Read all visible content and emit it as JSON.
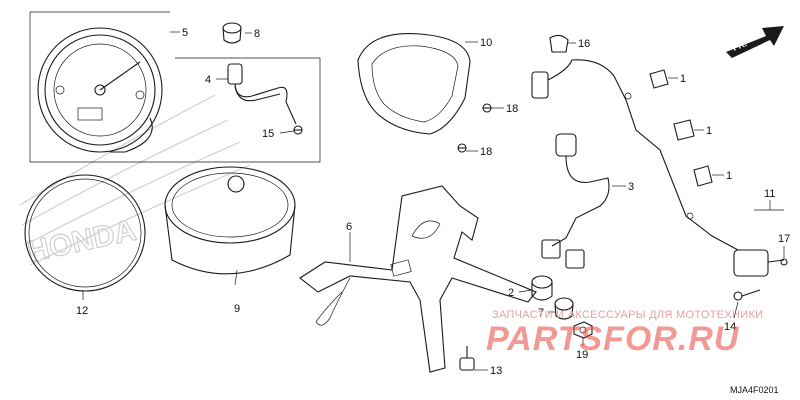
{
  "callouts": [
    {
      "id": "c1a",
      "text": "1"
    },
    {
      "id": "c1b",
      "text": "1"
    },
    {
      "id": "c1c",
      "text": "1"
    },
    {
      "id": "c2",
      "text": "2"
    },
    {
      "id": "c3",
      "text": "3"
    },
    {
      "id": "c4",
      "text": "4"
    },
    {
      "id": "c5",
      "text": "5"
    },
    {
      "id": "c6",
      "text": "6"
    },
    {
      "id": "c7",
      "text": "7"
    },
    {
      "id": "c8",
      "text": "8"
    },
    {
      "id": "c9",
      "text": "9"
    },
    {
      "id": "c10",
      "text": "10"
    },
    {
      "id": "c11",
      "text": "11"
    },
    {
      "id": "c12",
      "text": "12"
    },
    {
      "id": "c13",
      "text": "13"
    },
    {
      "id": "c14",
      "text": "14"
    },
    {
      "id": "c15",
      "text": "15"
    },
    {
      "id": "c16",
      "text": "16"
    },
    {
      "id": "c17",
      "text": "17"
    },
    {
      "id": "c18a",
      "text": "18"
    },
    {
      "id": "c18b",
      "text": "18"
    },
    {
      "id": "c19",
      "text": "19"
    }
  ],
  "direction_marker": "FR.",
  "diagram_code": "MJA4F0201",
  "watermark": {
    "tagline": "ЗАПЧАСТИ И АКСЕССУАРЫ ДЛЯ МОТОТЕХНИКИ",
    "logo": "PARTSFOR.RU"
  },
  "background_logo": "HONDA",
  "colors": {
    "line": "#1a1a1a",
    "watermark_red": "#e8463c",
    "ghost_gray": "#cfcfcf"
  }
}
